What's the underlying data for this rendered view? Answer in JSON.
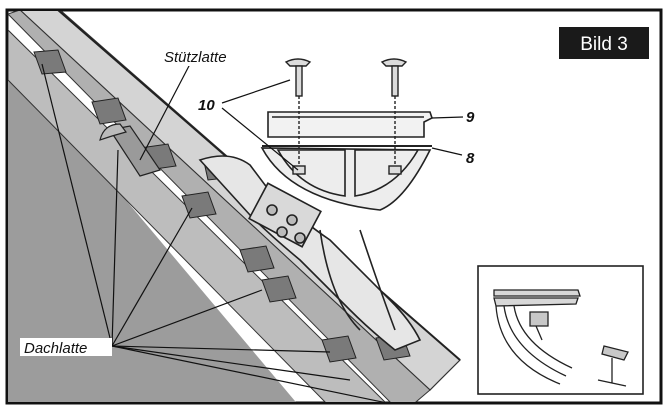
{
  "figure": {
    "badge": "Bild 3",
    "labels": {
      "stuetzlatte": "Stützlatte",
      "dachlatte": "Dachlatte",
      "part_10": "10",
      "part_9": "9",
      "part_8": "8"
    }
  },
  "colors": {
    "frame": "#111111",
    "badge_bg": "#1a1a1a",
    "roof_light": "#cfcfcf",
    "roof_mid": "#a9a9a9",
    "roof_dark": "#6f6f6f",
    "line": "#222222"
  }
}
